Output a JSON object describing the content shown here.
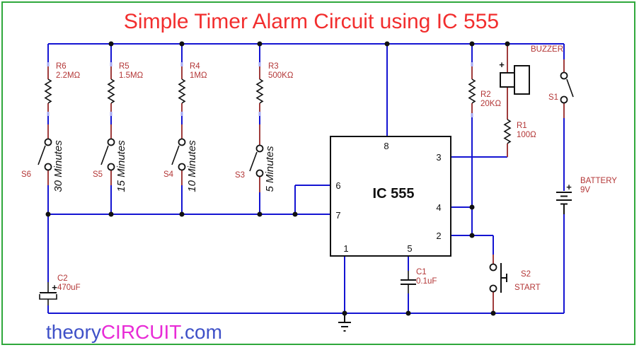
{
  "title": "Simple Timer Alarm Circuit using IC 555",
  "watermark": {
    "theory": "theory",
    "circuit": "CIRCUIT",
    "dotcom": ".com"
  },
  "ic": {
    "name": "IC 555",
    "pins": {
      "p1": "1",
      "p2": "2",
      "p3": "3",
      "p4": "4",
      "p5": "5",
      "p6": "6",
      "p7": "7",
      "p8": "8"
    }
  },
  "components": {
    "r6": {
      "name": "R6",
      "value": "2.2MΩ"
    },
    "r5": {
      "name": "R5",
      "value": "1.5MΩ"
    },
    "r4": {
      "name": "R4",
      "value": "1MΩ"
    },
    "r3": {
      "name": "R3",
      "value": "500KΩ"
    },
    "r2": {
      "name": "R2",
      "value": "20KΩ"
    },
    "r1": {
      "name": "R1",
      "value": "100Ω"
    },
    "c1": {
      "name": "C1",
      "value": "0.1uF"
    },
    "c2": {
      "name": "C2",
      "value": "470uF"
    },
    "s6": {
      "name": "S6",
      "time": "30 Minutes"
    },
    "s5": {
      "name": "S5",
      "time": "15 Minutes"
    },
    "s4": {
      "name": "S4",
      "time": "10 Minutes"
    },
    "s3": {
      "name": "S3",
      "time": "5 Minutes"
    },
    "s1": {
      "name": "S1"
    },
    "s2": {
      "name": "S2",
      "action": "START"
    },
    "buzzer": {
      "label": "BUZZER"
    },
    "battery": {
      "label": "BATTERY",
      "value": "9V"
    }
  },
  "symbols": {
    "plus": "+"
  },
  "colors": {
    "border_green": "#2fa83c",
    "wire_blue": "#1414d2",
    "lead_brown": "#a03c3c",
    "label_red": "#b33636",
    "title_red": "#f22e2e",
    "watermark_blue": "#3f51c8",
    "watermark_magenta": "#e82bd6",
    "pin_tick_blue": "#a6aaf2",
    "symbol_black": "#111111"
  }
}
